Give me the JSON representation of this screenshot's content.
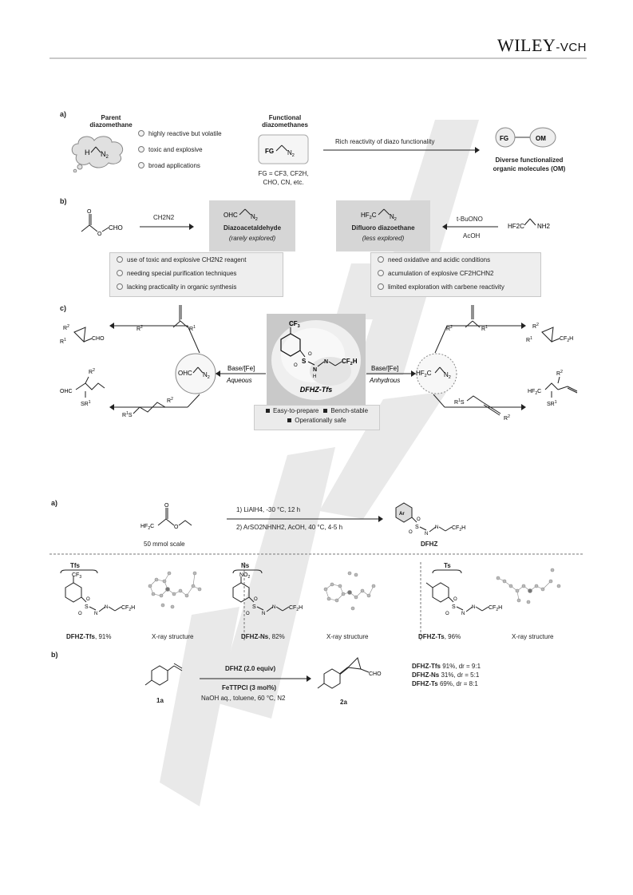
{
  "header": {
    "logo": "WILEY",
    "logo_suffix": "-VCH"
  },
  "scheme1": {
    "panel_a": "a)",
    "parent": {
      "title1": "Parent",
      "title2": "diazomethane"
    },
    "parent_bullets": [
      "highly reactive but volatile",
      "toxic and explosive",
      "broad applications"
    ],
    "functional": {
      "title1": "Functional",
      "title2": "diazomethanes",
      "fg_line1": "FG = CF3, CF2H,",
      "fg_line2": "CHO, CN, etc."
    },
    "arrow_label": "Rich reactivity of diazo functionality",
    "fg": "FG",
    "om": "OM",
    "diverse1": "Diverse functionalized",
    "diverse2": "organic molecules (OM)",
    "panel_b": "b)",
    "reagent_ch2n2": "CH2N2",
    "diazoacetaldehyde": {
      "name": "Diazoacetaldehyde",
      "note": "rarely explored"
    },
    "difluoro": {
      "name": "Difluoro diazoethane",
      "note": "less explored"
    },
    "cho": "CHO",
    "tbuono": "t-BuONO",
    "acoh": "AcOH",
    "nh2": "NH2",
    "hf2c": "HF2C",
    "left_bullets": [
      "use of toxic and explosive CH2N2 reagent",
      "needing special purification techniques",
      "lacking practicality in organic synthesis"
    ],
    "right_bullets": [
      "need oxidative and acidic conditions",
      "acumulation of explosive CF2HCHN2",
      "limited exploration with carbene reactivity"
    ],
    "panel_c": "c)",
    "base_fe": "Base/[Fe]",
    "aqueous": "Aqueous",
    "anhydrous": "Anhydrous",
    "dfhz_tfs": "DFHZ-Tfs",
    "features": [
      "Easy-to-prepare",
      "Bench-stable",
      "Operationally safe"
    ]
  },
  "scheme2": {
    "panel_a": "a)",
    "step1": "1) LiAlH4, -30 °C, 12 h",
    "step2": "2) ArSO2NHNH2, AcOH, 40 °C, 4-5 h",
    "scale": "50 mmol scale",
    "product": "DFHZ",
    "variants": [
      {
        "tag": "Tfs",
        "name": "DFHZ-Tfs",
        "yield": ", 91%",
        "xray": "X-ray structure"
      },
      {
        "tag": "Ns",
        "name": "DFHZ-Ns",
        "yield": ", 82%",
        "xray": "X-ray structure"
      },
      {
        "tag": "Ts",
        "name": "DFHZ-Ts",
        "yield": ", 96%",
        "xray": "X-ray structure"
      }
    ],
    "panel_b": "b)",
    "cond1": "DFHZ (2.0 equiv)",
    "cond2": "FeTTPCl (3 mol%)",
    "cond3": "NaOH aq., toluene, 60 °C, N2",
    "sm": "1a",
    "prod": "2a",
    "results": [
      {
        "name": "DFHZ-Tfs",
        "value": "91%, dr = 9:1"
      },
      {
        "name": "DFHZ-Ns",
        "value": "31%, dr = 5:1"
      },
      {
        "name": "DFHZ-Ts",
        "value": "69%, dr = 8:1"
      }
    ]
  }
}
